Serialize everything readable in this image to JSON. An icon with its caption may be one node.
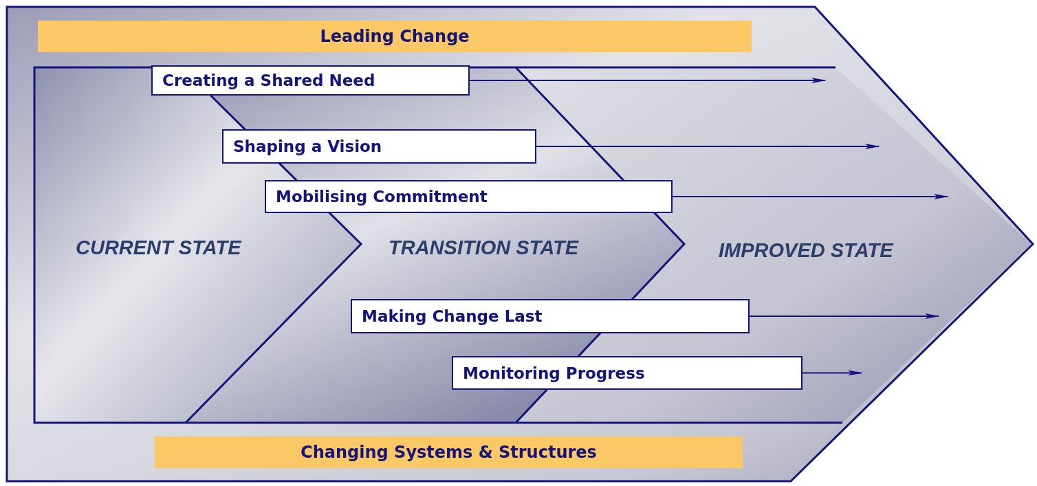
{
  "diagram": {
    "nodes": [
      {
        "text": [
          "Leading Change"
        ]
      },
      {
        "text": [
          "Changing Systems & Structures"
        ]
      },
      {
        "text": [
          "CURRENT STATE"
        ]
      },
      {
        "text": [
          "TRANSITION STATE"
        ]
      },
      {
        "text": [
          "IMPROVED STATE"
        ]
      },
      {
        "text": [
          "Creating a Shared Need"
        ]
      },
      {
        "text": [
          "Shaping a Vision"
        ]
      },
      {
        "text": [
          "Mobilising Commitment"
        ]
      },
      {
        "text": [
          "Making Change Last"
        ]
      },
      {
        "text": [
          "Monitoring Progress"
        ]
      }
    ],
    "edges": [
      {
        "from": 5,
        "to": null,
        "arrow": "to"
      },
      {
        "from": 6,
        "to": null,
        "arrow": "to"
      },
      {
        "from": 7,
        "to": null,
        "arrow": "to"
      },
      {
        "from": 8,
        "to": null,
        "arrow": "to"
      },
      {
        "from": 9,
        "to": null,
        "arrow": "to"
      }
    ]
  }
}
